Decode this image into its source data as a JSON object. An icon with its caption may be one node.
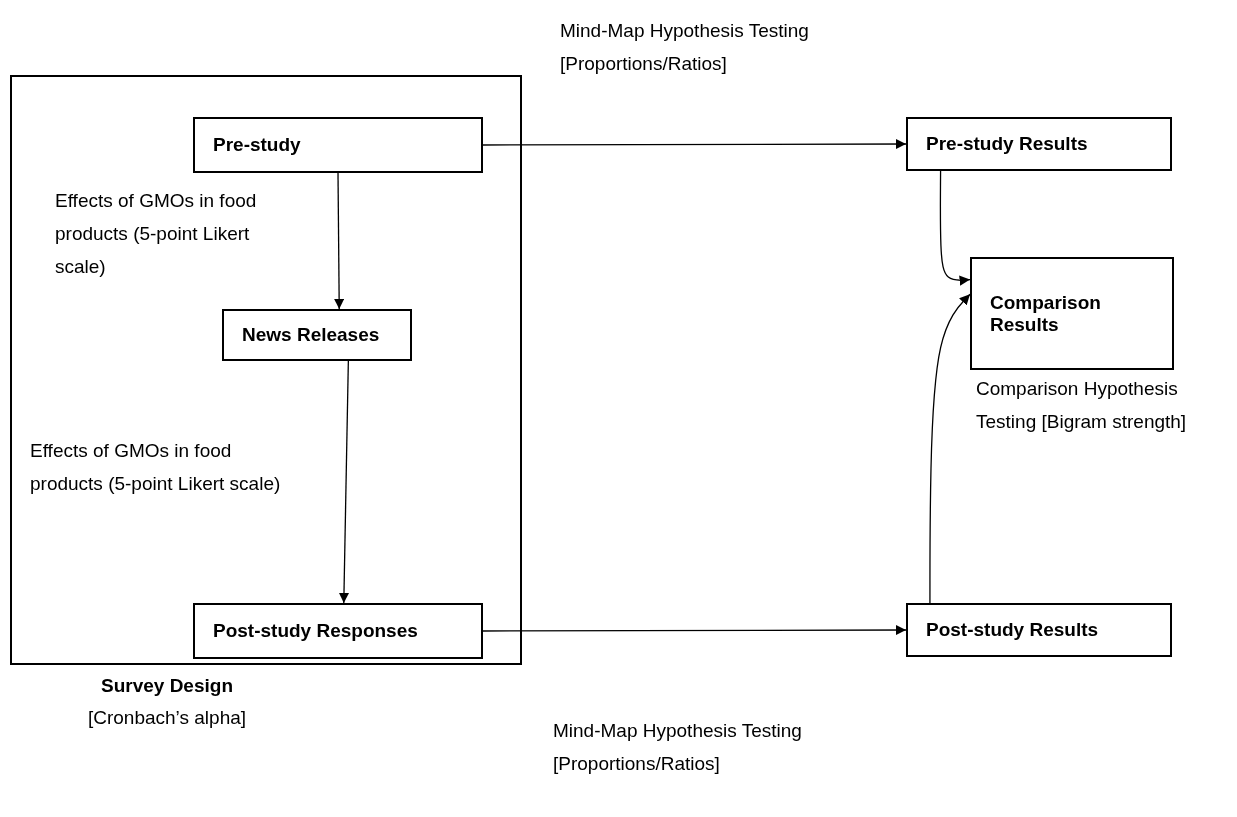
{
  "diagram": {
    "nodes": [
      {
        "text": [
          "Survey Design",
          "[Cronbach’s alpha]"
        ]
      },
      {
        "text": [
          "Pre-study"
        ],
        "in": 0
      },
      {
        "text": [
          "News Releases"
        ],
        "in": 0
      },
      {
        "text": [
          "Post-study Responses"
        ],
        "in": 0
      },
      {
        "text": [
          "Pre-study Results"
        ]
      },
      {
        "text": [
          "Comparison Results"
        ]
      },
      {
        "text": [
          "Post-study Results"
        ]
      }
    ],
    "edges": [
      {
        "from": 1,
        "to": 4,
        "arrow": "to",
        "label": "Mind-Map Hypothesis Testing [Proportions/Ratios]"
      },
      {
        "from": 1,
        "to": 2,
        "arrow": "to",
        "label": "Effects of GMOs in food products (5-point Likert scale)"
      },
      {
        "from": 2,
        "to": 3,
        "arrow": "to",
        "label": "Effects of GMOs in food products (5-point Likert scale)"
      },
      {
        "from": 3,
        "to": 6,
        "arrow": "to",
        "label": "Mind-Map Hypothesis Testing [Proportions/Ratios]"
      },
      {
        "from": 4,
        "to": 5,
        "arrow": "to"
      },
      {
        "from": 6,
        "to": 5,
        "arrow": "to",
        "label": "Comparison Hypothesis Testing [Bigram strength]"
      }
    ]
  }
}
